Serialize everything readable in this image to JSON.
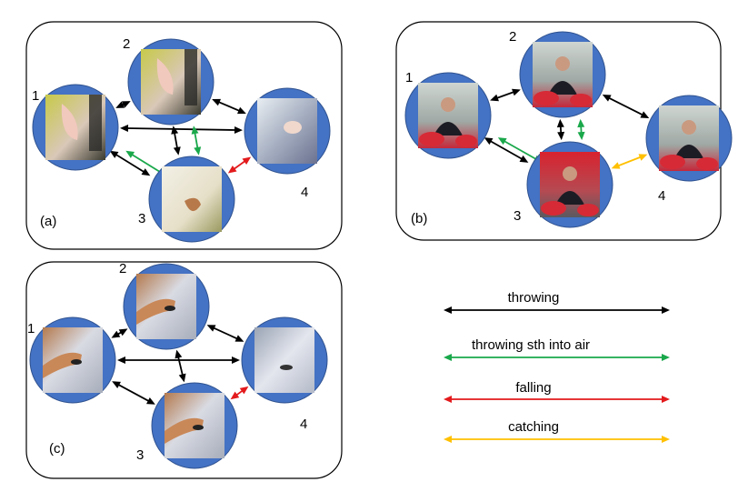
{
  "colors": {
    "circle": "#4472c4",
    "throwing": "#000000",
    "throwing_into_air": "#1aa84b",
    "falling": "#e31a1c",
    "catching": "#ffc000"
  },
  "legend": [
    {
      "label": "throwing",
      "color_key": "throwing"
    },
    {
      "label": "throwing sth into air",
      "color_key": "throwing_into_air"
    },
    {
      "label": "falling",
      "color_key": "falling"
    },
    {
      "label": "catching",
      "color_key": "catching"
    }
  ],
  "panels": [
    {
      "label": "(a)",
      "nodes": [
        {
          "label": "1",
          "thumb": "hand-cloth"
        },
        {
          "label": "2",
          "thumb": "hand-cloth"
        },
        {
          "label": "3",
          "thumb": "paper"
        },
        {
          "label": "4",
          "thumb": "carpet"
        }
      ],
      "edges": [
        {
          "from": "1",
          "to": "2",
          "type": "throwing"
        },
        {
          "from": "2",
          "to": "4",
          "type": "throwing"
        },
        {
          "from": "1",
          "to": "4",
          "type": "throwing"
        },
        {
          "from": "2",
          "to": "3",
          "type": "throwing"
        },
        {
          "from": "1",
          "to": "3",
          "type": "throwing"
        },
        {
          "from": "2",
          "to": "3",
          "type": "throwing_into_air"
        },
        {
          "from": "1",
          "to": "3",
          "type": "throwing_into_air"
        },
        {
          "from": "3",
          "to": "4",
          "type": "falling"
        }
      ]
    },
    {
      "label": "(b)",
      "nodes": [
        {
          "label": "1",
          "thumb": "person"
        },
        {
          "label": "2",
          "thumb": "person"
        },
        {
          "label": "3",
          "thumb": "person-red"
        },
        {
          "label": "4",
          "thumb": "person"
        }
      ],
      "edges": [
        {
          "from": "1",
          "to": "2",
          "type": "throwing"
        },
        {
          "from": "2",
          "to": "4",
          "type": "throwing"
        },
        {
          "from": "2",
          "to": "3",
          "type": "throwing"
        },
        {
          "from": "1",
          "to": "3",
          "type": "throwing"
        },
        {
          "from": "2",
          "to": "3",
          "type": "throwing_into_air"
        },
        {
          "from": "1",
          "to": "3",
          "type": "throwing_into_air"
        },
        {
          "from": "3",
          "to": "4",
          "type": "catching"
        }
      ]
    },
    {
      "label": "(c)",
      "nodes": [
        {
          "label": "1",
          "thumb": "hand-bed"
        },
        {
          "label": "2",
          "thumb": "hand-bed"
        },
        {
          "label": "3",
          "thumb": "hand-bed"
        },
        {
          "label": "4",
          "thumb": "bed"
        }
      ],
      "edges": [
        {
          "from": "1",
          "to": "2",
          "type": "throwing"
        },
        {
          "from": "2",
          "to": "4",
          "type": "throwing"
        },
        {
          "from": "1",
          "to": "4",
          "type": "throwing"
        },
        {
          "from": "2",
          "to": "3",
          "type": "throwing"
        },
        {
          "from": "1",
          "to": "3",
          "type": "throwing"
        },
        {
          "from": "3",
          "to": "4",
          "type": "falling"
        }
      ]
    }
  ]
}
